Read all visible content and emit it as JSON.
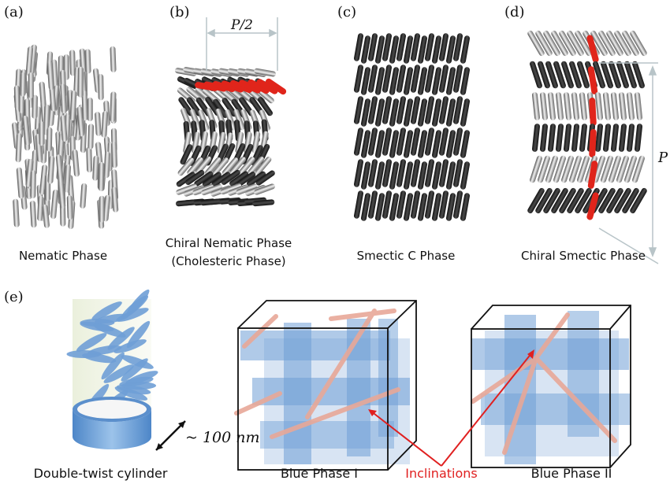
{
  "panels": {
    "a": {
      "label": "(a)",
      "caption": "Nematic Phase"
    },
    "b": {
      "label": "(b)",
      "caption_line1": "Chiral Nematic Phase",
      "caption_line2": "(Cholesteric Phase)",
      "pitch_label": "P/2"
    },
    "c": {
      "label": "(c)",
      "caption": "Smectic C Phase"
    },
    "d": {
      "label": "(d)",
      "caption": "Chiral Smectic Phase",
      "pitch_label": "P"
    },
    "e": {
      "label": "(e)",
      "cylinder_caption": "Double-twist cylinder",
      "scale_label": "~ 100 nm",
      "blue1_caption": "Blue Phase I",
      "blue2_caption": "Blue Phase II",
      "inclinations_caption": "Inclinations"
    }
  },
  "colors": {
    "rod_dark": "#2a2a2a",
    "rod_light": "#d8d8d8",
    "highlight_red": "#e0251b",
    "blue_cylinder": "#6f9fd6",
    "disclination": "#e8a898",
    "arrow_red": "#e02020",
    "dimension_gray": "#b8c4c8"
  }
}
